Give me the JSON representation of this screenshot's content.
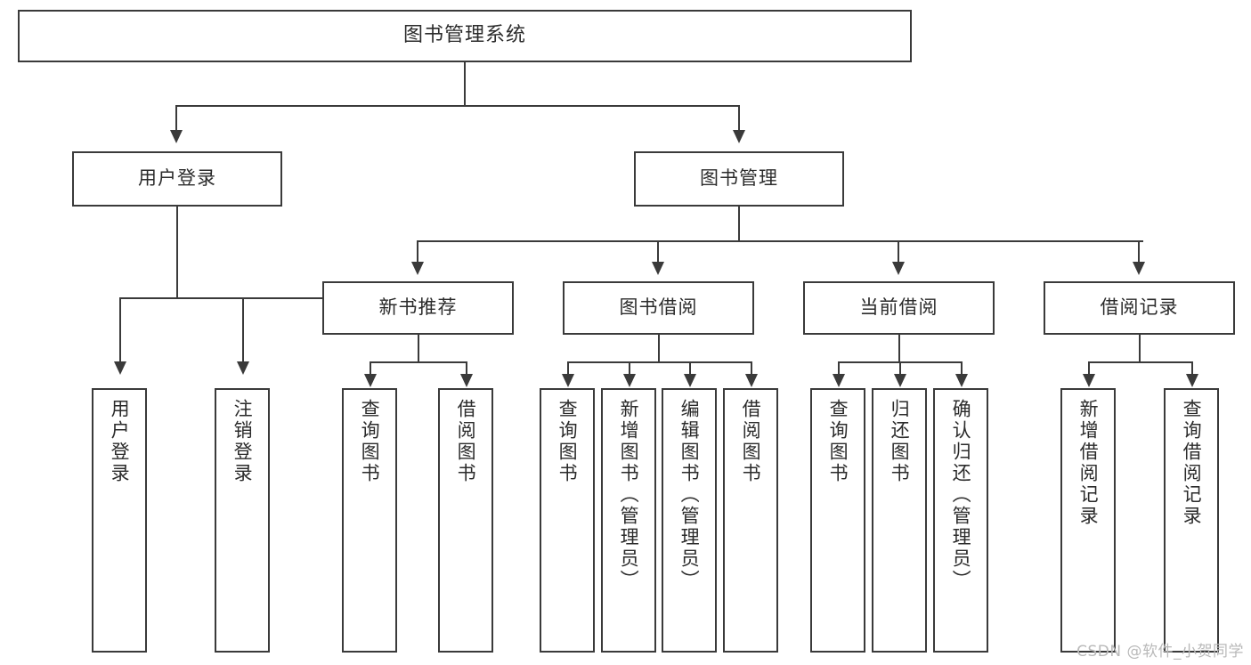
{
  "diagram": {
    "title": "图书管理系统",
    "type": "功能结构图",
    "root": {
      "label": "图书管理系统"
    },
    "level2": [
      {
        "label": "用户登录"
      },
      {
        "label": "图书管理"
      }
    ],
    "level3": [
      {
        "label": "新书推荐"
      },
      {
        "label": "图书借阅"
      },
      {
        "label": "当前借阅"
      },
      {
        "label": "借阅记录"
      }
    ],
    "leaves": {
      "user_login": [
        {
          "label": "用户登录"
        },
        {
          "label": "注销登录"
        }
      ],
      "new_book_recommend": [
        {
          "label": "查询图书"
        },
        {
          "label": "借阅图书"
        }
      ],
      "book_borrow": [
        {
          "label": "查询图书"
        },
        {
          "label": "新增图书（管理员）"
        },
        {
          "label": "编辑图书（管理员）"
        },
        {
          "label": "借阅图书"
        }
      ],
      "current_borrow": [
        {
          "label": "查询图书"
        },
        {
          "label": "归还图书"
        },
        {
          "label": "确认归还（管理员）"
        }
      ],
      "borrow_record": [
        {
          "label": "新增借阅记录"
        },
        {
          "label": "查询借阅记录"
        }
      ]
    }
  },
  "watermark": {
    "text": "CSDN @软件_小贺同学"
  },
  "colors": {
    "stroke": "#3a3a3a",
    "text": "#2b2b2b",
    "background": "#ffffff",
    "watermark": "#b9b9b9"
  }
}
